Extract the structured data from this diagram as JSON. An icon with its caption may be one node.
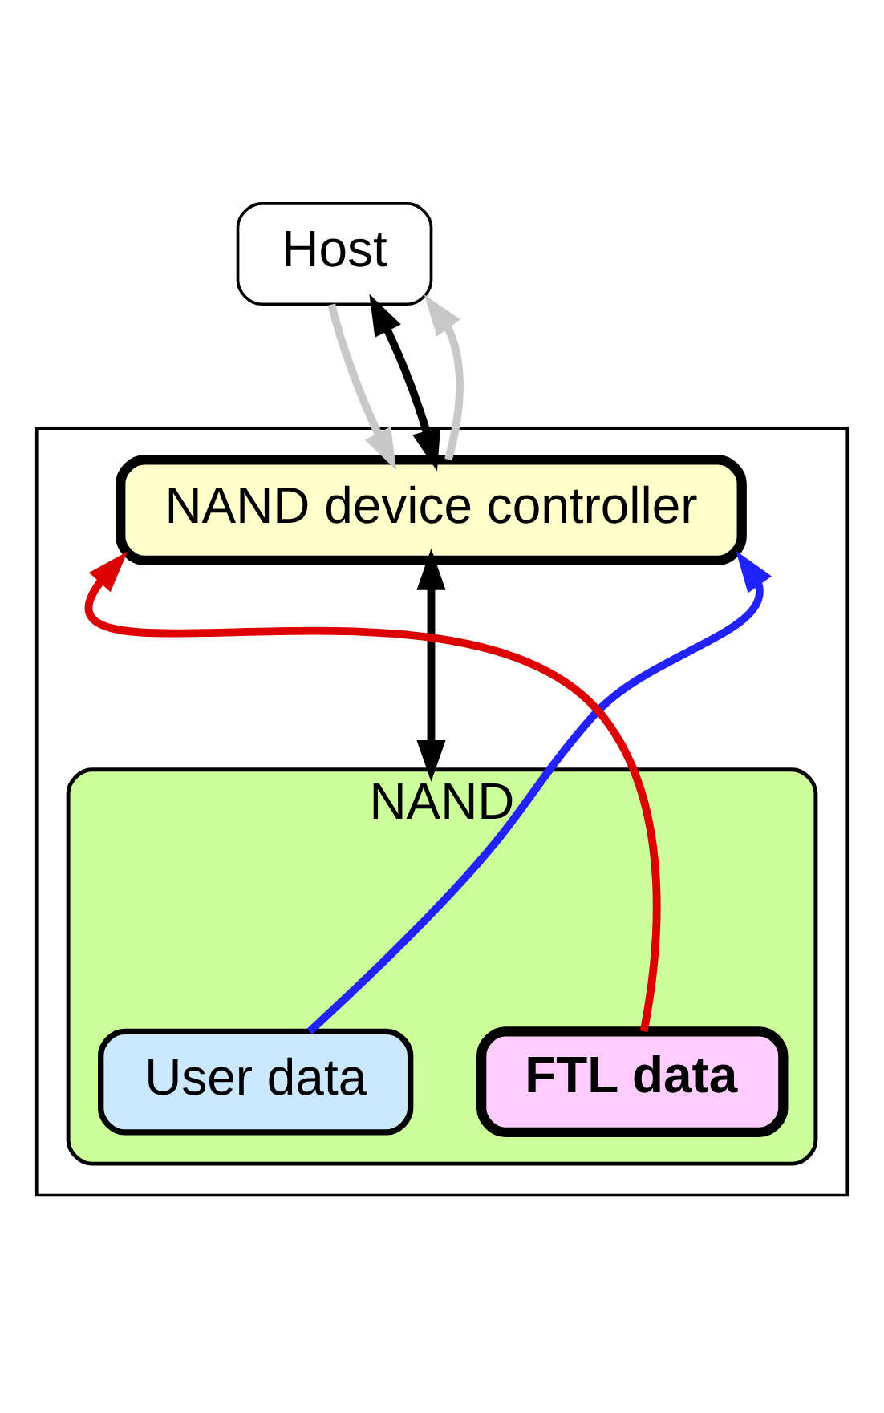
{
  "diagram": {
    "nodes": [
      {
        "text": [
          "Host"
        ]
      },
      {
        "text": [],
        "shape": "box"
      },
      {
        "text": [
          "NAND device controller"
        ],
        "in": 1
      },
      {
        "text": [
          "NAND"
        ],
        "in": 1
      },
      {
        "text": [
          "User data"
        ],
        "in": 3
      },
      {
        "text": [
          "FTL data"
        ],
        "in": 3
      }
    ],
    "edges": [
      {
        "from": 0,
        "to": 2,
        "arrow": "to",
        "color": "#c8c8c8"
      },
      {
        "from": 0,
        "to": 2,
        "arrow": "both",
        "color": "#000000"
      },
      {
        "from": 2,
        "to": 0,
        "arrow": "to",
        "color": "#c8c8c8"
      },
      {
        "from": 2,
        "to": 3,
        "arrow": "both",
        "color": "#000000"
      },
      {
        "from": 4,
        "to": 2,
        "arrow": "to",
        "color": "#2222ff"
      },
      {
        "from": 5,
        "to": 2,
        "arrow": "to",
        "color": "#dd0000"
      }
    ]
  }
}
